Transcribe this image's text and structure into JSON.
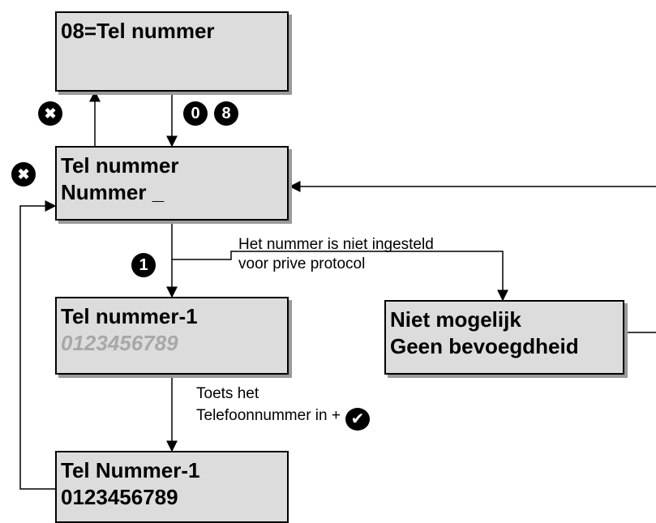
{
  "screens": {
    "menu": {
      "line1": "08=Tel nummer"
    },
    "tel": {
      "line1": "Tel nummer",
      "line2": "Nummer _"
    },
    "tel1": {
      "line1": "Tel nummer-1",
      "line2": "0123456789"
    },
    "notpossible": {
      "line1": "Niet mogelijk",
      "line2": "Geen bevoegdheid"
    },
    "tel1_entered": {
      "line1": "Tel Nummer-1",
      "line2": "0123456789"
    }
  },
  "keys": {
    "escape_top": "✖",
    "digit_0": "0",
    "digit_8": "8",
    "escape_left": "✖",
    "digit_1": "1",
    "confirm": "✔"
  },
  "notes": {
    "not_set_line1": "Het nummer is niet ingesteld",
    "not_set_line2": "voor prive protocol",
    "enter_line1": "Toets het",
    "enter_line2": "Telefoonnummer in +"
  },
  "colors": {
    "lcd_background": "#dcdcdc",
    "placeholder_text": "#a8a8a8"
  }
}
